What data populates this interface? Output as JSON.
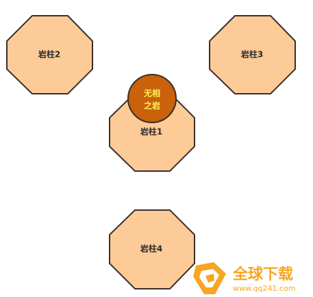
{
  "diagram": {
    "pillars": [
      {
        "label": "岩柱2"
      },
      {
        "label": "岩柱3"
      },
      {
        "label": "岩柱1"
      },
      {
        "label": "岩柱4"
      }
    ],
    "rock": {
      "line1": "无相",
      "line2": "之岩"
    }
  },
  "watermark": {
    "title": "全球下载",
    "url": "www.qq241.com"
  },
  "colors": {
    "pillar_fill": "#fccb97",
    "outline": "#3a2e28",
    "rock_fill": "#c9620a",
    "rock_text": "#fff15a",
    "watermark": "#f6a623"
  }
}
